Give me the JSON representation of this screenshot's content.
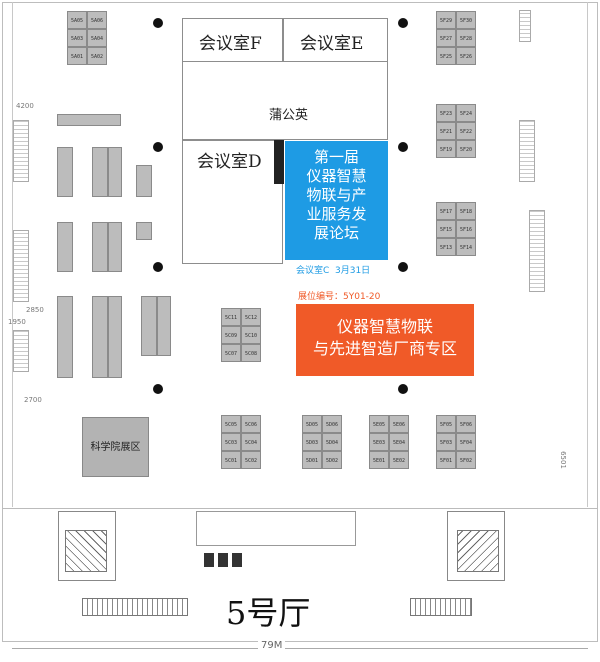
{
  "rooms": {
    "room_f": "会议室F",
    "room_e": "会议室E",
    "room_d": "会议室D",
    "dandelion": "蒲公英"
  },
  "forum": {
    "title": "第一届\n仪器智慧\n物联与产\n业服务发\n展论坛",
    "caption": "会议室C  3月31日",
    "color": "#1e9be4"
  },
  "zone": {
    "booth_number": "展位编号：5Y01-20",
    "title": "仪器智慧物联\n与先进智造厂商专区",
    "color": "#f05a28"
  },
  "academy": {
    "label": "科学院展区"
  },
  "hall": {
    "name": "5号厅",
    "width_label": "79M"
  },
  "dimensions": {
    "d4200": "4200",
    "d2850": "2850",
    "d1950": "1950",
    "d2700": "2700",
    "d6501": "6501"
  },
  "booths": {
    "sa": [
      "5A05",
      "5A06",
      "5A03",
      "5A04",
      "5A01",
      "5A02"
    ],
    "sf_top": [
      "5F29",
      "5F30",
      "5F27",
      "5F28",
      "5F25",
      "5F26"
    ],
    "sf_mid": [
      "5F23",
      "5F24",
      "5F21",
      "5F22",
      "5F19",
      "5F20"
    ],
    "sf_low": [
      "5F17",
      "5F18",
      "5F15",
      "5F16",
      "5F13",
      "5F14"
    ],
    "sc_upper": [
      "5C11",
      "5C12",
      "5C09",
      "5C10",
      "5C07",
      "5C08"
    ],
    "sc_lower": [
      "5C05",
      "5C06",
      "5C03",
      "5C04",
      "5C01",
      "5C02"
    ],
    "sd": [
      "5D05",
      "5D06",
      "5D03",
      "5D04",
      "5D01",
      "5D02"
    ],
    "se": [
      "5E05",
      "5E06",
      "5E03",
      "5E04",
      "5E01",
      "5E02"
    ],
    "sf_bottom": [
      "5F05",
      "5F06",
      "5F03",
      "5F04",
      "5F01",
      "5F02"
    ]
  },
  "colors": {
    "booth": "#bcbcbc",
    "forum": "#1e9be4",
    "zone": "#f05a28",
    "pillar": "#111111"
  }
}
